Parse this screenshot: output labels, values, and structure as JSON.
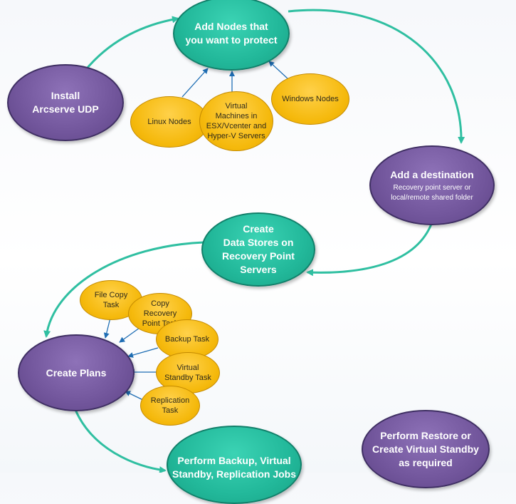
{
  "colors": {
    "teal": "#22b89a",
    "purple": "#72569c",
    "orange": "#f5b90c",
    "connector": "#2fbfa1",
    "arrow_blue": "#1f6eb4"
  },
  "nodes": {
    "add_nodes": {
      "title": "Add Nodes that\nyou want to protect"
    },
    "install": {
      "title": "Install\nArcserve UDP"
    },
    "linux": {
      "label": "Linux Nodes"
    },
    "vms": {
      "label": "Virtual\nMachines in\nESX/Vcenter and\nHyper-V Servers"
    },
    "windows": {
      "label": "Windows Nodes"
    },
    "destination": {
      "title": "Add a destination",
      "subtitle": "Recovery point server or\nlocal/remote shared folder"
    },
    "data_stores": {
      "title": "Create\nData Stores on\nRecovery Point\nServers"
    },
    "file_copy": {
      "label": "File Copy\nTask"
    },
    "copy_rp": {
      "label": "Copy\nRecovery\nPoint Task"
    },
    "backup": {
      "label": "Backup Task"
    },
    "virtual_standby": {
      "label": "Virtual\nStandby Task"
    },
    "replication": {
      "label": "Replication\nTask"
    },
    "create_plans": {
      "title": "Create Plans"
    },
    "perform_backup": {
      "title": "Perform Backup, Virtual\nStandby, Replication Jobs"
    },
    "perform_restore": {
      "title": "Perform Restore or\nCreate Virtual Standby\nas required"
    }
  }
}
